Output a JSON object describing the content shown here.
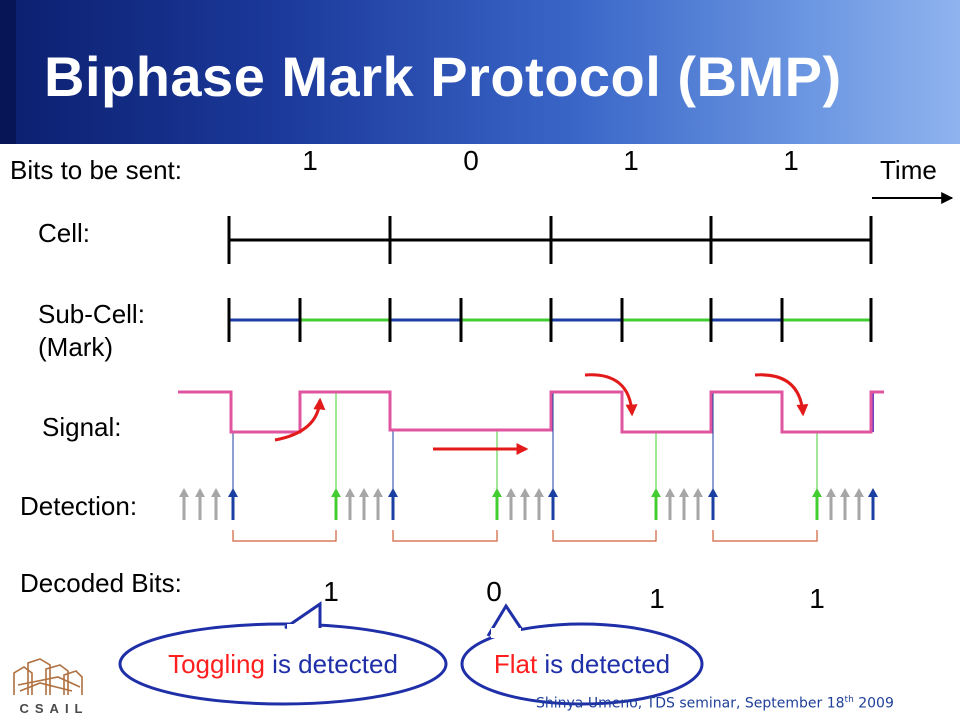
{
  "slide": {
    "title": "Biphase Mark Protocol (BMP)",
    "footer_author": "Shinya Umeno, TDS seminar, September 18",
    "footer_sup": "th",
    "footer_year": " 2009",
    "logo_text": "CSAIL"
  },
  "labels": {
    "bits_to_send": "Bits to be sent:",
    "time": "Time",
    "cell": "Cell:",
    "subcell": "Sub-Cell:",
    "mark": "(Mark)",
    "signal": "Signal:",
    "detection": "Detection:",
    "decoded": "Decoded Bits:"
  },
  "bits_sent": [
    "1",
    "0",
    "1",
    "1"
  ],
  "decoded_bits": [
    "1",
    "0",
    "1",
    "1"
  ],
  "callouts": {
    "toggling_word": "Toggling",
    "toggling_rest": " is detected",
    "flat_word": "Flat",
    "flat_rest": " is detected"
  },
  "colors": {
    "signal": "#e0559f",
    "arrow_red": "#e21a1a",
    "subcell_blue": "#1a3fa0",
    "subcell_green": "#44cc33",
    "detect_gray": "#a6a6a6",
    "bracket": "#d0603a",
    "callout_border": "#1f2fa8",
    "callout_accent": "#ff1f1f"
  }
}
